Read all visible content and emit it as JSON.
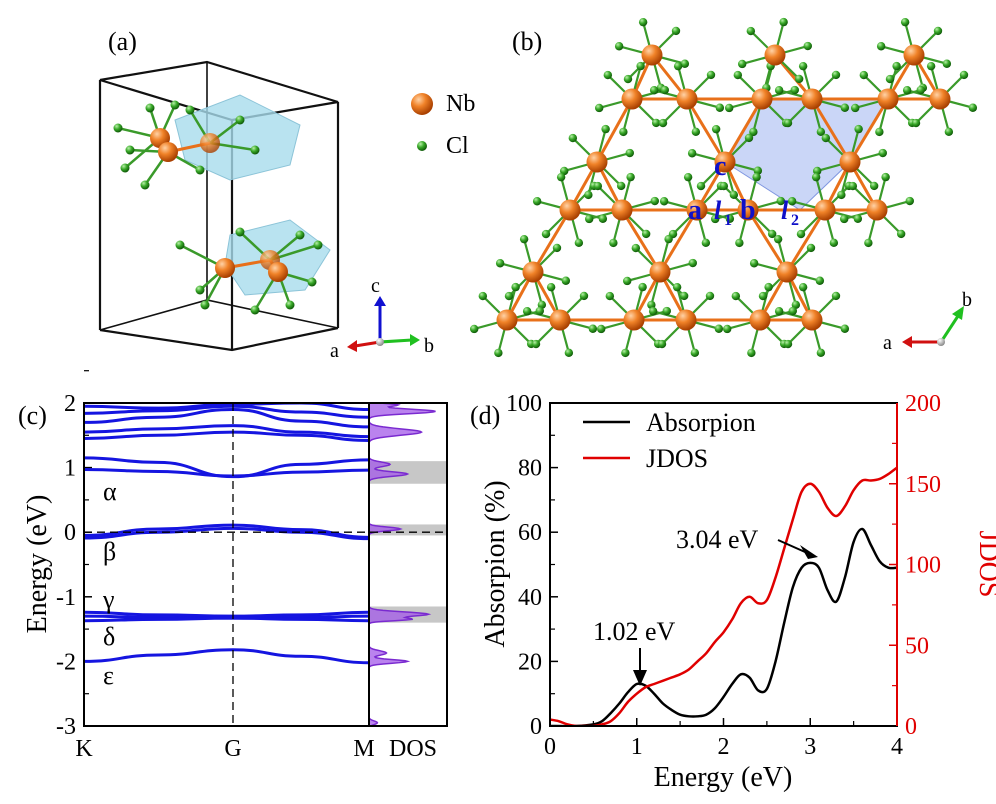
{
  "panels": {
    "a": {
      "label": "(a)"
    },
    "b": {
      "label": "(b)"
    },
    "c": {
      "label": "(c)"
    },
    "d": {
      "label": "(d)"
    }
  },
  "legend_atoms": {
    "nb": "Nb",
    "cl": "Cl"
  },
  "triad_a": {
    "a": "a",
    "b": "b",
    "c": "c"
  },
  "triad_b": {
    "a": "a",
    "b": "b"
  },
  "sites": {
    "a": "a",
    "b": "b",
    "c": "c",
    "l": "l",
    "l1_sub": "1",
    "l2_sub": "2"
  },
  "colors": {
    "nb": "#e8701a",
    "cl": "#2e9a1e",
    "band": "#1515e0",
    "dos": "#a35ae8",
    "absorption": "#000000",
    "jdos": "#e00000",
    "shade": "#bdbdbd",
    "cluster": "#9fb4f0"
  },
  "chart_data": [
    {
      "panel": "c",
      "type": "line",
      "ylabel": "Energy (eV)",
      "ylim": [
        -3,
        2
      ],
      "yticks": [
        "2",
        "1",
        "0",
        "-1",
        "-2",
        "-3"
      ],
      "kpoints": [
        "K",
        "G",
        "M"
      ],
      "dos_label": "DOS",
      "band_labels": [
        "α",
        "β",
        "γ",
        "δ",
        "ε"
      ],
      "fermi_level": 0,
      "bands": [
        {
          "name": "",
          "values": [
            1.95,
            1.92,
            1.98,
            2.0,
            1.9
          ]
        },
        {
          "name": "",
          "values": [
            1.84,
            1.88,
            1.95,
            1.86,
            1.78
          ]
        },
        {
          "name": "",
          "values": [
            1.7,
            1.78,
            1.9,
            1.72,
            1.63
          ]
        },
        {
          "name": "",
          "values": [
            1.55,
            1.6,
            1.65,
            1.55,
            1.48
          ]
        },
        {
          "name": "",
          "values": [
            1.45,
            1.5,
            1.55,
            1.5,
            1.42
          ]
        },
        {
          "name": "",
          "values": [
            1.15,
            1.08,
            0.86,
            1.05,
            1.12
          ]
        },
        {
          "name": "",
          "values": [
            0.97,
            0.94,
            0.87,
            0.93,
            0.96
          ]
        },
        {
          "name": "",
          "values": [
            -0.05,
            0.05,
            0.11,
            0.04,
            -0.08
          ]
        },
        {
          "name": "",
          "values": [
            -0.09,
            0.0,
            0.06,
            0.0,
            -0.1
          ]
        },
        {
          "name": "",
          "values": [
            -1.24,
            -1.28,
            -1.3,
            -1.28,
            -1.24
          ]
        },
        {
          "name": "",
          "values": [
            -1.3,
            -1.32,
            -1.33,
            -1.32,
            -1.3
          ]
        },
        {
          "name": "",
          "values": [
            -1.37,
            -1.35,
            -1.33,
            -1.35,
            -1.37
          ]
        },
        {
          "name": "",
          "values": [
            -2.0,
            -1.9,
            -1.82,
            -1.92,
            -2.02
          ]
        }
      ],
      "dos_shaded_ranges": [
        [
          0.75,
          1.1
        ],
        [
          -0.05,
          0.12
        ],
        [
          -1.4,
          -1.15
        ]
      ],
      "dos_peaks": [
        {
          "energy": 1.87,
          "value": 0.95,
          "width": 0.05
        },
        {
          "energy": 1.55,
          "value": 0.75,
          "width": 0.07
        },
        {
          "energy": 1.97,
          "value": 0.4,
          "width": 0.03
        },
        {
          "energy": 0.9,
          "value": 0.55,
          "width": 0.05
        },
        {
          "energy": 1.05,
          "value": 0.3,
          "width": 0.05
        },
        {
          "energy": 0.05,
          "value": 0.45,
          "width": 0.04
        },
        {
          "energy": -1.27,
          "value": 0.85,
          "width": 0.05
        },
        {
          "energy": -1.35,
          "value": 0.55,
          "width": 0.03
        },
        {
          "energy": -2.0,
          "value": 0.55,
          "width": 0.04
        },
        {
          "energy": -1.87,
          "value": 0.25,
          "width": 0.05
        },
        {
          "energy": -2.95,
          "value": 0.12,
          "width": 0.04
        }
      ]
    },
    {
      "panel": "d",
      "type": "line",
      "xlabel": "Energy (eV)",
      "ylabel": "Absorpion (%)",
      "y2label": "JDOS",
      "xlim": [
        0,
        4
      ],
      "ylim": [
        0,
        100
      ],
      "y2lim": [
        0,
        200
      ],
      "xticks": [
        "0",
        "1",
        "2",
        "3",
        "4"
      ],
      "yticks": [
        "0",
        "20",
        "40",
        "60",
        "80",
        "100"
      ],
      "y2ticks": [
        "0",
        "50",
        "100",
        "150",
        "200"
      ],
      "legend_position": "top-left",
      "series": [
        {
          "name": "Absorpion",
          "axis": "left",
          "x": [
            0,
            0.3,
            0.5,
            0.6,
            0.7,
            0.8,
            0.9,
            1.0,
            1.1,
            1.2,
            1.3,
            1.4,
            1.5,
            1.6,
            1.7,
            1.8,
            1.9,
            2.0,
            2.1,
            2.2,
            2.3,
            2.4,
            2.5,
            2.6,
            2.7,
            2.8,
            2.9,
            3.0,
            3.1,
            3.2,
            3.3,
            3.4,
            3.5,
            3.6,
            3.7,
            3.8,
            3.9,
            4.0
          ],
          "y": [
            0,
            0,
            0.5,
            1.5,
            4,
            7,
            10.5,
            13,
            12.5,
            10,
            7,
            5,
            3.5,
            3,
            3,
            3.5,
            5.5,
            9,
            13,
            16,
            15,
            11,
            11.5,
            20,
            32,
            43,
            49,
            50.5,
            49,
            42,
            38.5,
            46,
            57,
            61,
            56,
            51,
            49,
            49
          ]
        },
        {
          "name": "JDOS",
          "axis": "right",
          "x": [
            0,
            0.1,
            0.2,
            0.3,
            0.4,
            0.5,
            0.6,
            0.7,
            0.8,
            0.9,
            1.0,
            1.1,
            1.2,
            1.3,
            1.4,
            1.5,
            1.6,
            1.7,
            1.8,
            1.9,
            2.0,
            2.1,
            2.2,
            2.3,
            2.4,
            2.5,
            2.6,
            2.7,
            2.8,
            2.9,
            3.0,
            3.1,
            3.2,
            3.3,
            3.4,
            3.5,
            3.6,
            3.7,
            3.8,
            3.9,
            4.0
          ],
          "y": [
            4,
            3,
            1,
            0,
            0,
            0,
            1,
            3,
            8,
            15,
            20,
            24,
            26,
            28,
            30,
            32,
            35,
            40,
            45,
            52,
            58,
            66,
            76,
            80,
            76,
            78,
            92,
            110,
            128,
            145,
            150,
            145,
            135,
            130,
            136,
            146,
            152,
            152,
            153,
            156,
            160
          ]
        }
      ],
      "annotations": [
        {
          "text": "1.02 eV",
          "x": 1.02,
          "y": 13
        },
        {
          "text": "3.04 eV",
          "x": 3.04,
          "y": 50.5
        }
      ]
    }
  ]
}
